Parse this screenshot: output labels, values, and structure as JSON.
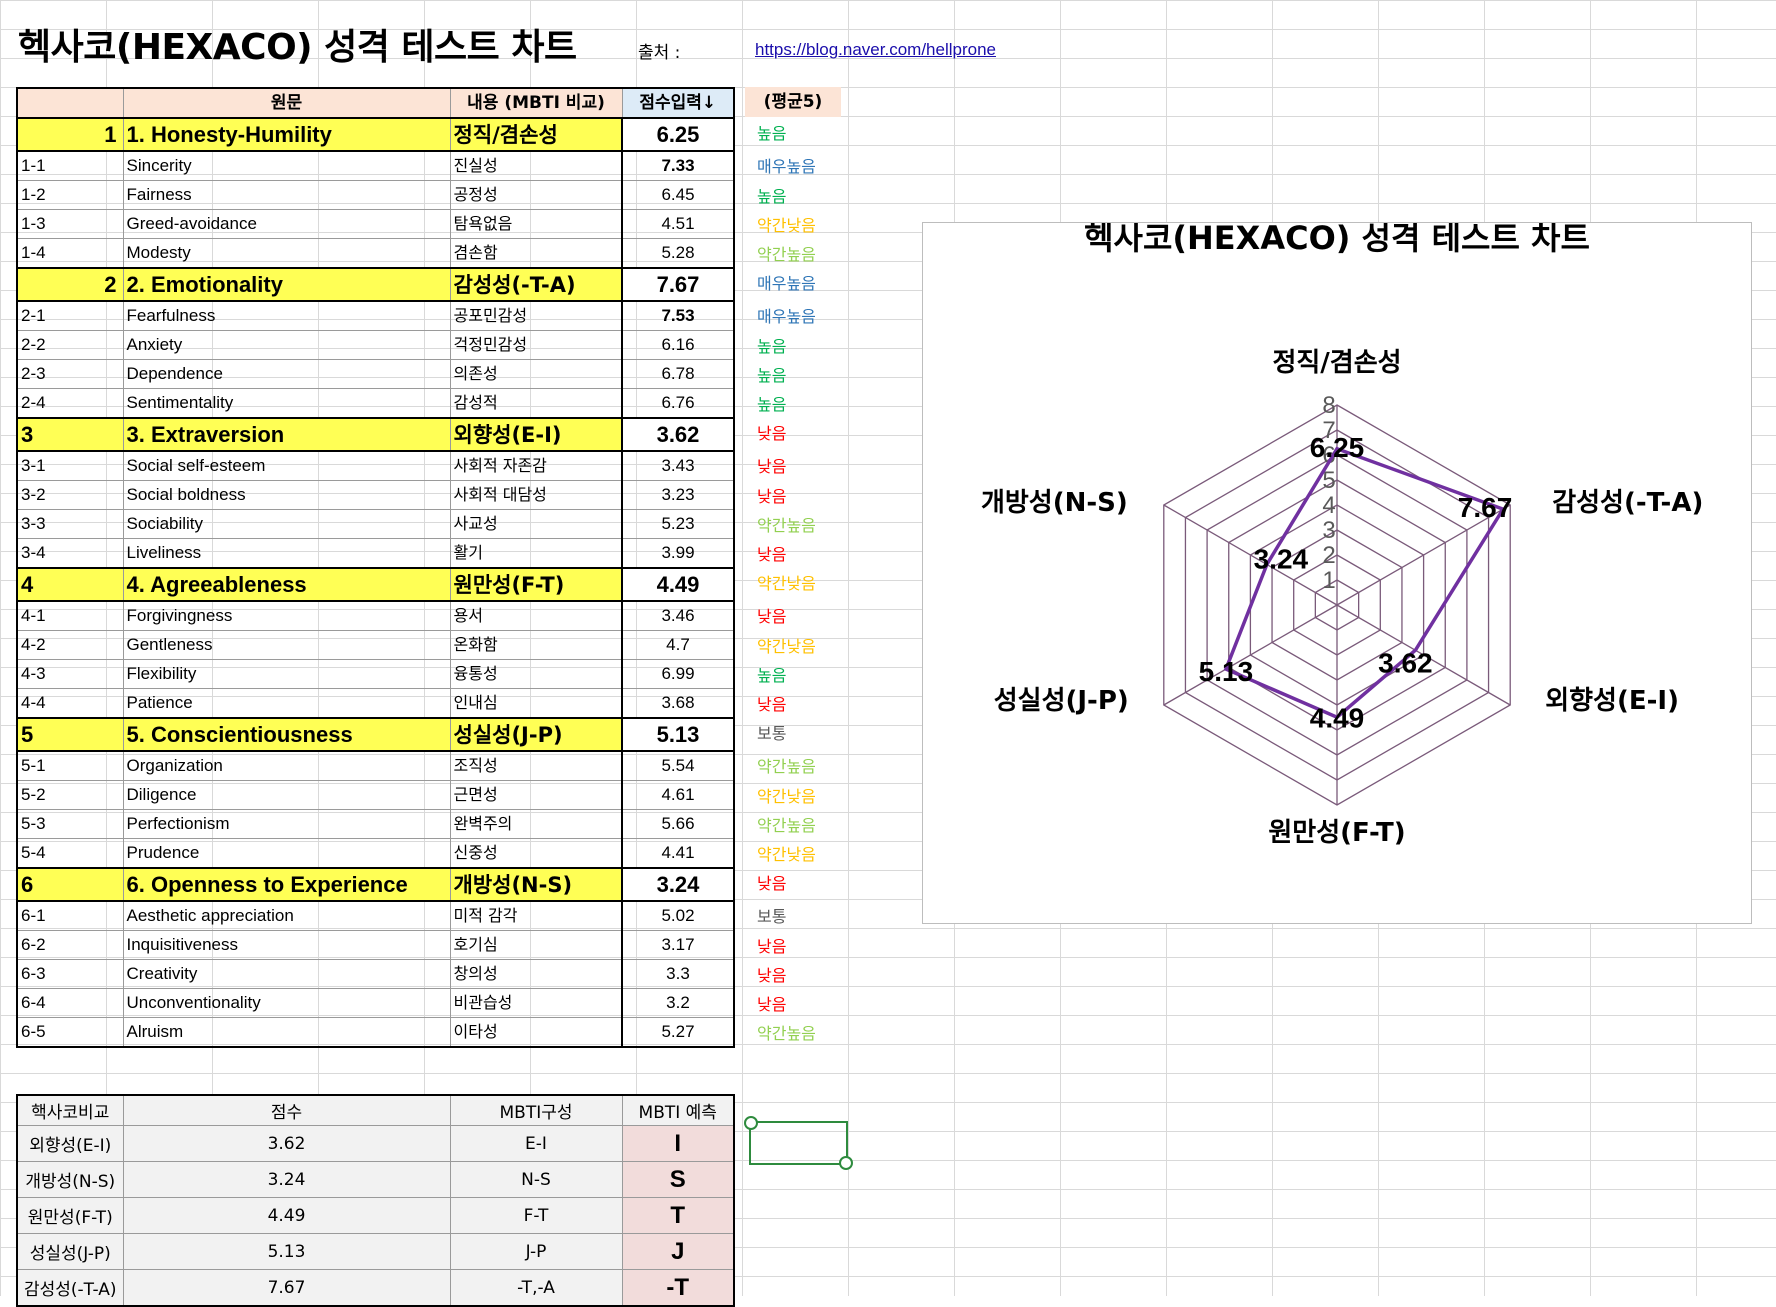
{
  "title": "헥사코(HEXACO) 성격 테스트 차트",
  "source": {
    "label": "출처 :",
    "url": "https://blog.naver.com/hellprone"
  },
  "table_headers": {
    "idx": "",
    "original": "원문",
    "content": "내용 (MBTI 비교)",
    "score": "점수입력↓",
    "avg": "(평균5)"
  },
  "rows": [
    {
      "idx": "1",
      "name": "1. Honesty-Humility",
      "kr": "정직/겸손성",
      "score": "6.25",
      "level": "높음",
      "factor": true
    },
    {
      "idx": "1-1",
      "name": "Sincerity",
      "kr": "진실성",
      "score": "7.33",
      "level": "매우높음",
      "bold": true
    },
    {
      "idx": "1-2",
      "name": "Fairness",
      "kr": "공정성",
      "score": "6.45",
      "level": "높음"
    },
    {
      "idx": "1-3",
      "name": "Greed-avoidance",
      "kr": "탐욕없음",
      "score": "4.51",
      "level": "약간낮음"
    },
    {
      "idx": "1-4",
      "name": "Modesty",
      "kr": "겸손함",
      "score": "5.28",
      "level": "약간높음"
    },
    {
      "idx": "2",
      "name": "2. Emotionality",
      "kr": "감성성(-T-A)",
      "score": "7.67",
      "level": "매우높음",
      "factor": true
    },
    {
      "idx": "2-1",
      "name": "Fearfulness",
      "kr": "공포민감성",
      "score": "7.53",
      "level": "매우높음",
      "bold": true
    },
    {
      "idx": "2-2",
      "name": "Anxiety",
      "kr": "걱정민감성",
      "score": "6.16",
      "level": "높음"
    },
    {
      "idx": "2-3",
      "name": "Dependence",
      "kr": "의존성",
      "score": "6.78",
      "level": "높음"
    },
    {
      "idx": "2-4",
      "name": "Sentimentality",
      "kr": "감성적",
      "score": "6.76",
      "level": "높음"
    },
    {
      "idx": "3",
      "name": "3. Extraversion",
      "kr": "외향성(E-I)",
      "score": "3.62",
      "level": "낮음",
      "factor": true,
      "left": true
    },
    {
      "idx": "3-1",
      "name": "Social self-esteem",
      "kr": "사회적 자존감",
      "score": "3.43",
      "level": "낮음"
    },
    {
      "idx": "3-2",
      "name": "Social boldness",
      "kr": "사회적 대담성",
      "score": "3.23",
      "level": "낮음"
    },
    {
      "idx": "3-3",
      "name": "Sociability",
      "kr": "사교성",
      "score": "5.23",
      "level": "약간높음"
    },
    {
      "idx": "3-4",
      "name": "Liveliness",
      "kr": "활기",
      "score": "3.99",
      "level": "낮음"
    },
    {
      "idx": "4",
      "name": "4. Agreeableness",
      "kr": "원만성(F-T)",
      "score": "4.49",
      "level": "약간낮음",
      "factor": true,
      "left": true
    },
    {
      "idx": "4-1",
      "name": "Forgivingness",
      "kr": "용서",
      "score": "3.46",
      "level": "낮음"
    },
    {
      "idx": "4-2",
      "name": "Gentleness",
      "kr": "온화함",
      "score": "4.7",
      "level": "약간낮음"
    },
    {
      "idx": "4-3",
      "name": "Flexibility",
      "kr": "융통성",
      "score": "6.99",
      "level": "높음"
    },
    {
      "idx": "4-4",
      "name": "Patience",
      "kr": "인내심",
      "score": "3.68",
      "level": "낮음"
    },
    {
      "idx": "5",
      "name": "5. Conscientiousness",
      "kr": "성실성(J-P)",
      "score": "5.13",
      "level": "보통",
      "factor": true,
      "left": true
    },
    {
      "idx": "5-1",
      "name": "Organization",
      "kr": "조직성",
      "score": "5.54",
      "level": "약간높음"
    },
    {
      "idx": "5-2",
      "name": "Diligence",
      "kr": "근면성",
      "score": "4.61",
      "level": "약간낮음"
    },
    {
      "idx": "5-3",
      "name": "Perfectionism",
      "kr": "완벽주의",
      "score": "5.66",
      "level": "약간높음"
    },
    {
      "idx": "5-4",
      "name": "Prudence",
      "kr": "신중성",
      "score": "4.41",
      "level": "약간낮음"
    },
    {
      "idx": "6",
      "name": "6. Openness to Experience",
      "kr": "개방성(N-S)",
      "score": "3.24",
      "level": "낮음",
      "factor": true,
      "left": true
    },
    {
      "idx": "6-1",
      "name": "Aesthetic appreciation",
      "kr": "미적 감각",
      "score": "5.02",
      "level": "보통"
    },
    {
      "idx": "6-2",
      "name": "Inquisitiveness",
      "kr": "호기심",
      "score": "3.17",
      "level": "낮음"
    },
    {
      "idx": "6-3",
      "name": "Creativity",
      "kr": "창의성",
      "score": "3.3",
      "level": "낮음"
    },
    {
      "idx": "6-4",
      "name": "Unconventionality",
      "kr": "비관습성",
      "score": "3.2",
      "level": "낮음"
    },
    {
      "idx": "6-5",
      "name": "Alruism",
      "kr": "이타성",
      "score": "5.27",
      "level": "약간높음"
    }
  ],
  "level_colors": {
    "매우높음": "#2e75b6",
    "높음": "#00b050",
    "약간높음": "#92d050",
    "약간낮음": "#ffc000",
    "낮음": "#ff0000",
    "보통": "#595959"
  },
  "comparison": {
    "headers": [
      "핵사코비교",
      "점수",
      "MBTI구성",
      "MBTI 예측"
    ],
    "rows": [
      [
        "외향성(E-I)",
        "3.62",
        "E-I",
        "I"
      ],
      [
        "개방성(N-S)",
        "3.24",
        "N-S",
        "S"
      ],
      [
        "원만성(F-T)",
        "4.49",
        "F-T",
        "T"
      ],
      [
        "성실성(J-P)",
        "5.13",
        "J-P",
        "J"
      ],
      [
        "감성성(-T-A)",
        "7.67",
        "-T,-A",
        "-T"
      ]
    ]
  },
  "chart_data": {
    "type": "radar",
    "title": "헥사코(HEXACO) 성격 테스트 차트",
    "categories": [
      "정직/겸손성",
      "감성성(-T-A)",
      "외향성(E-I)",
      "원만성(F-T)",
      "성실성(J-P)",
      "개방성(N-S)"
    ],
    "values": [
      6.25,
      7.67,
      3.62,
      4.49,
      5.13,
      3.24
    ],
    "value_labels": [
      "6.25",
      "7.67",
      "3.62",
      "4.49",
      "5.13",
      "3.24"
    ],
    "rlim": [
      0,
      8
    ],
    "ticks": [
      "1",
      "2",
      "3",
      "4",
      "5",
      "6",
      "7",
      "8"
    ],
    "line_color": "#7030a0",
    "grid_color": "#7a5a7a",
    "legend": "none"
  }
}
